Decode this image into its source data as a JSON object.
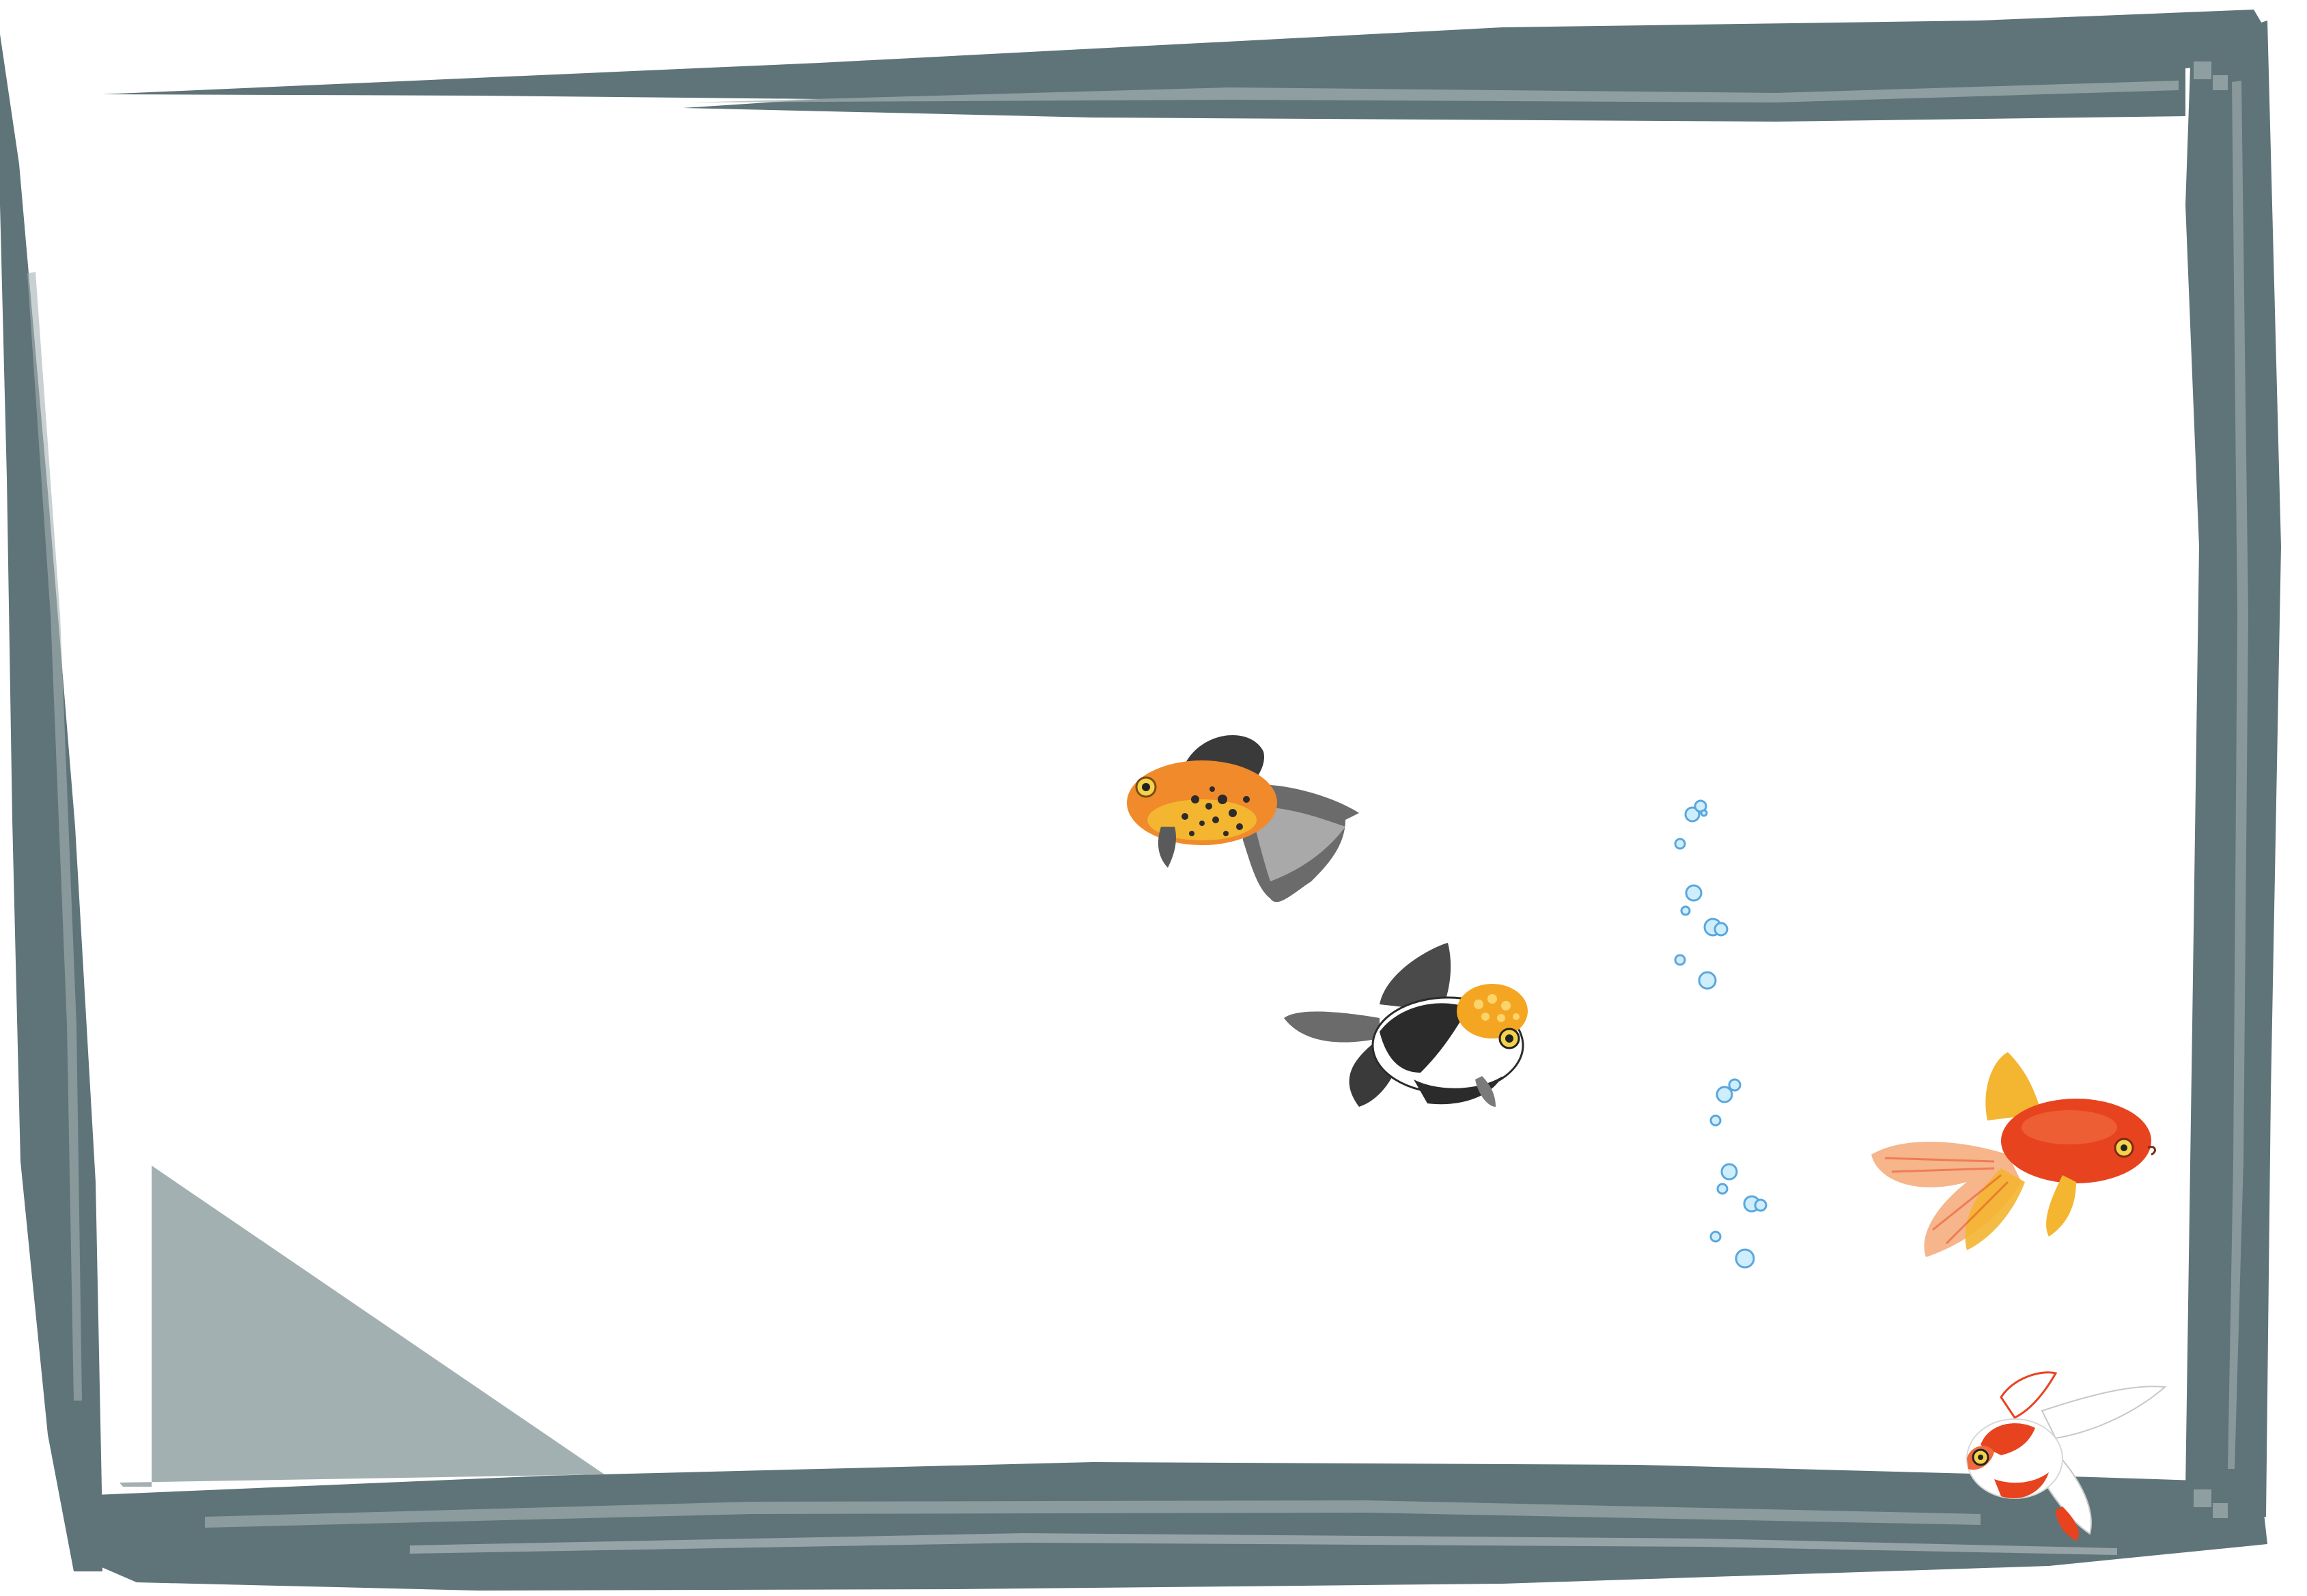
{
  "illustration": {
    "subject": "goldfish-aquarium-frame",
    "colors": {
      "frame": "#5f7478",
      "frame_light": "#a3b0b2",
      "glass_shade": "#a3b0b2",
      "bubble_fill": "#cfeefd",
      "bubble_stroke": "#5aa7de",
      "fin_dark": "#3a3a3a",
      "fin_gray": "#b9b9b9",
      "orange": "#f08a2a",
      "gold": "#f4b531",
      "red": "#e8431f",
      "pink_fin": "#f6b58a",
      "white": "#ffffff",
      "black_spot": "#2b2b2b"
    },
    "fish": [
      {
        "name": "calico-telescope-goldfish",
        "colors": [
          "orange",
          "black",
          "gray"
        ]
      },
      {
        "name": "panda-oranda-goldfish",
        "colors": [
          "black",
          "white",
          "orange"
        ]
      },
      {
        "name": "red-fantail-goldfish",
        "colors": [
          "red",
          "orange",
          "yellow"
        ]
      },
      {
        "name": "red-white-ryukin-goldfish",
        "colors": [
          "red",
          "white"
        ]
      }
    ],
    "bubble_groups": [
      {
        "name": "upper-bubbles",
        "count": 10
      },
      {
        "name": "lower-bubbles",
        "count": 9
      }
    ]
  }
}
